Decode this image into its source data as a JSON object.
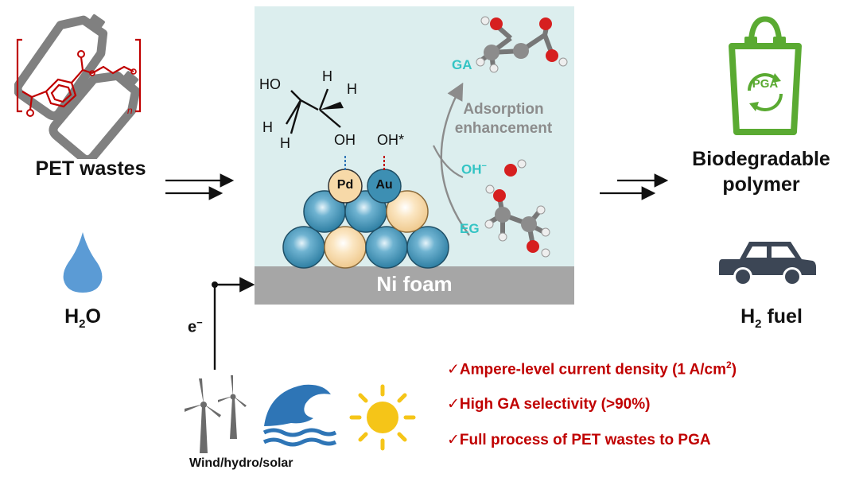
{
  "left": {
    "pet_label": "PET wastes",
    "pet_subscript": "n",
    "water_main": "H",
    "water_sub": "2",
    "water_end": "O"
  },
  "electron": {
    "symbol": "e",
    "sup": "−"
  },
  "renewables": {
    "label": "Wind/hydro/solar"
  },
  "center": {
    "substrate": "Ni foam",
    "pd_label": "Pd",
    "au_label": "Au",
    "oh_pd": "OH",
    "oh_au": "OH*",
    "ho_label": "HO",
    "h1": "H",
    "h2": "H",
    "h3": "H",
    "h4": "H",
    "adsorption_line1": "Adsorption",
    "adsorption_line2": "enhancement",
    "ga_label": "GA",
    "oh_minus": "OH",
    "oh_minus_sup": "−",
    "eg_label": "EG"
  },
  "right": {
    "polymer_line1": "Biodegradable",
    "polymer_line2": "polymer",
    "pga_label": "PGA",
    "fuel_main": "H",
    "fuel_sub": "2",
    "fuel_end": " fuel"
  },
  "bullets": {
    "check": "✓",
    "b1_text": "Ampere-level current density (1 A/cm",
    "b1_sup": "2",
    "b1_end": ")",
    "b2": "High GA selectivity (>90%)",
    "b3": "Full process of PET wastes to PGA"
  },
  "colors": {
    "panel_bg": "#dceeee",
    "ni_foam": "#a6a6a6",
    "sphere_blue": "#3d8fb3",
    "sphere_peach": "#f7d9a8",
    "red": "#c00000",
    "teal_text": "#33c4c4",
    "bag_green": "#5aaa32",
    "car": "#3c4655",
    "water": "#5b9bd5",
    "sun": "#f5c518"
  }
}
